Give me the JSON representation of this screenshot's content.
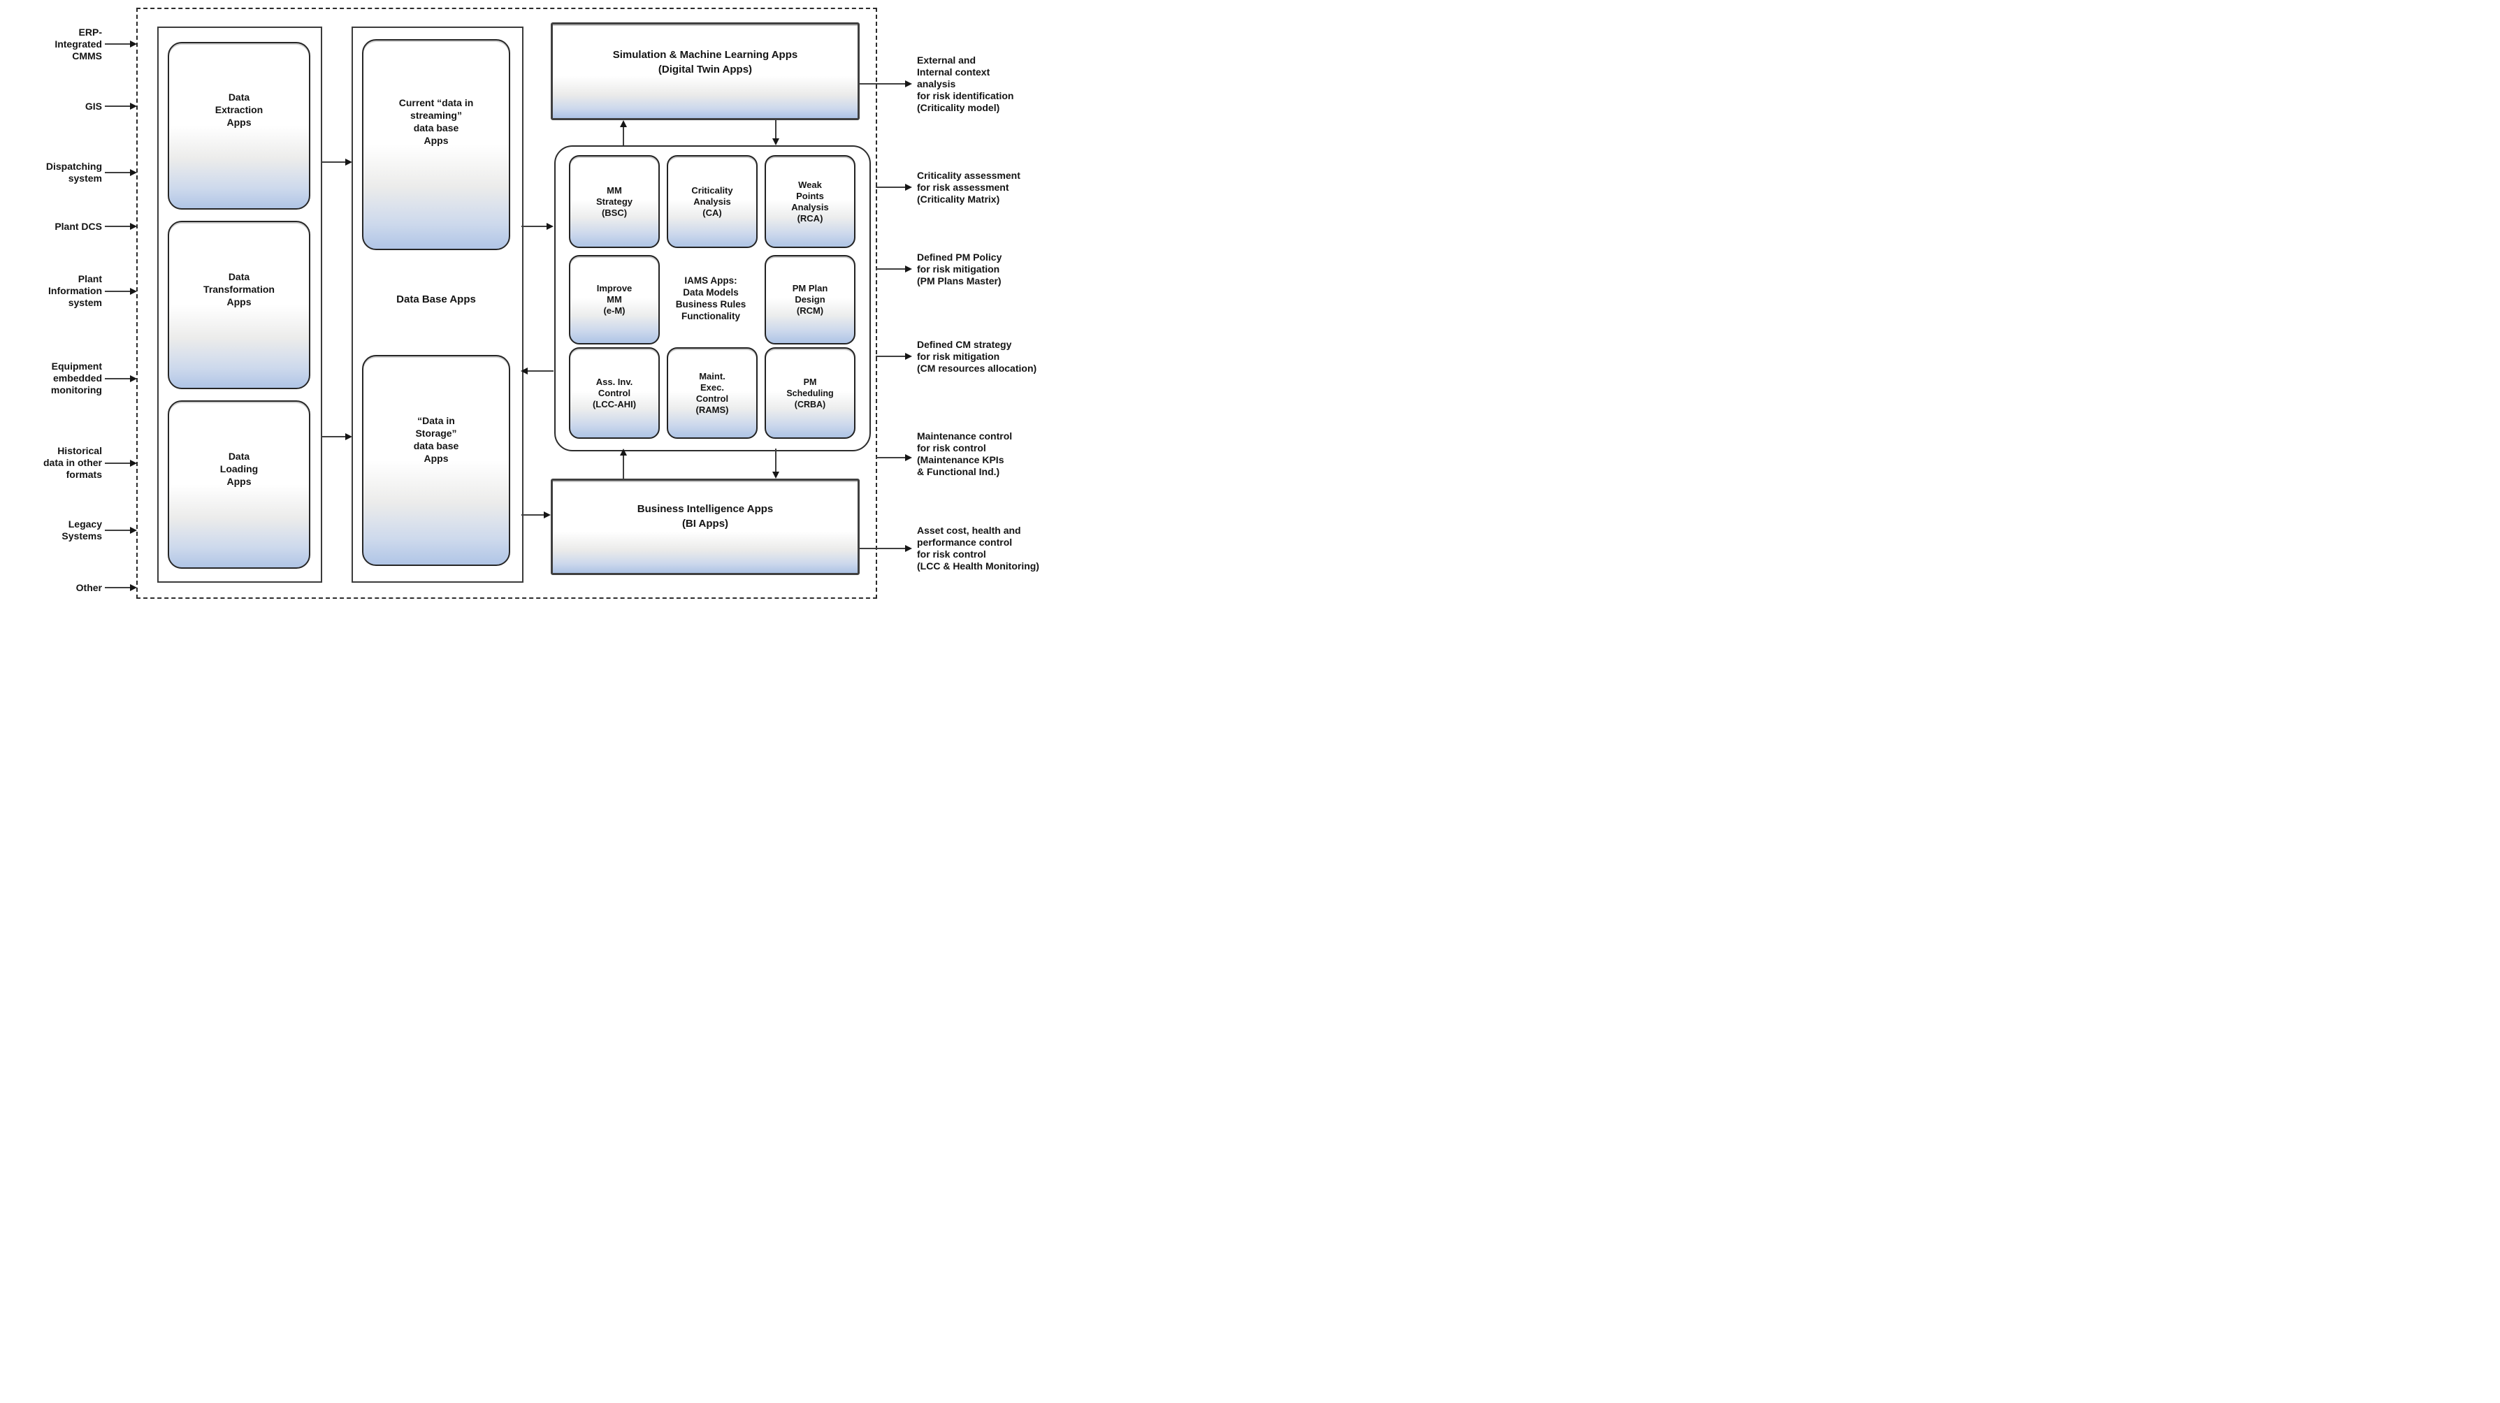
{
  "inputs": [
    "ERP-\nIntegrated\nCMMS",
    "GIS",
    "Dispatching\nsystem",
    "Plant DCS",
    "Plant\nInformation\nsystem",
    "Equipment\nembedded\nmonitoring",
    "Historical\ndata in other\nformats",
    "Legacy\nSystems",
    "Other"
  ],
  "etl": {
    "extraction": "Data\nExtraction\nApps",
    "transformation": "Data\nTransformation\nApps",
    "loading": "Data\nLoading\nApps"
  },
  "db": {
    "streaming": "Current “data in\nstreaming”\ndata base\nApps",
    "label": "Data Base Apps",
    "storage": "“Data in\nStorage”\ndata base\nApps"
  },
  "simulation": "Simulation & Machine Learning Apps\n(Digital Twin Apps)",
  "iams_cells": [
    {
      "text": "MM\nStrategy\n(BSC)"
    },
    {
      "text": "Criticality\nAnalysis\n(CA)"
    },
    {
      "text": "Weak\nPoints\nAnalysis\n(RCA)"
    },
    {
      "text": "Improve\nMM\n(e-M)"
    },
    {
      "text": "IAMS Apps:\nData Models\nBusiness Rules\nFunctionality"
    },
    {
      "text": "PM Plan\nDesign\n(RCM)"
    },
    {
      "text": "Ass. Inv.\nControl\n(LCC-AHI)"
    },
    {
      "text": "Maint.\nExec.\nControl\n(RAMS)"
    },
    {
      "text": "PM\nScheduling\n(CRBA)"
    }
  ],
  "bi": "Business Intelligence Apps\n(BI Apps)",
  "outputs": [
    "External and\nInternal context\nanalysis\nfor risk identification\n(Criticality model)",
    "Criticality assessment\nfor risk assessment\n(Criticality Matrix)",
    "Defined PM Policy\nfor risk mitigation\n(PM Plans Master)",
    "Defined CM strategy\nfor risk mitigation\n(CM resources allocation)",
    "Maintenance control\nfor risk control\n(Maintenance KPIs\n& Functional Ind.)",
    "Asset cost, health and\nperformance control\nfor risk control\n(LCC & Health Monitoring)"
  ],
  "colors": {
    "gradient_blue": "#aec4e5",
    "border_dark": "#3b3b3b",
    "arrow": "#161616"
  }
}
